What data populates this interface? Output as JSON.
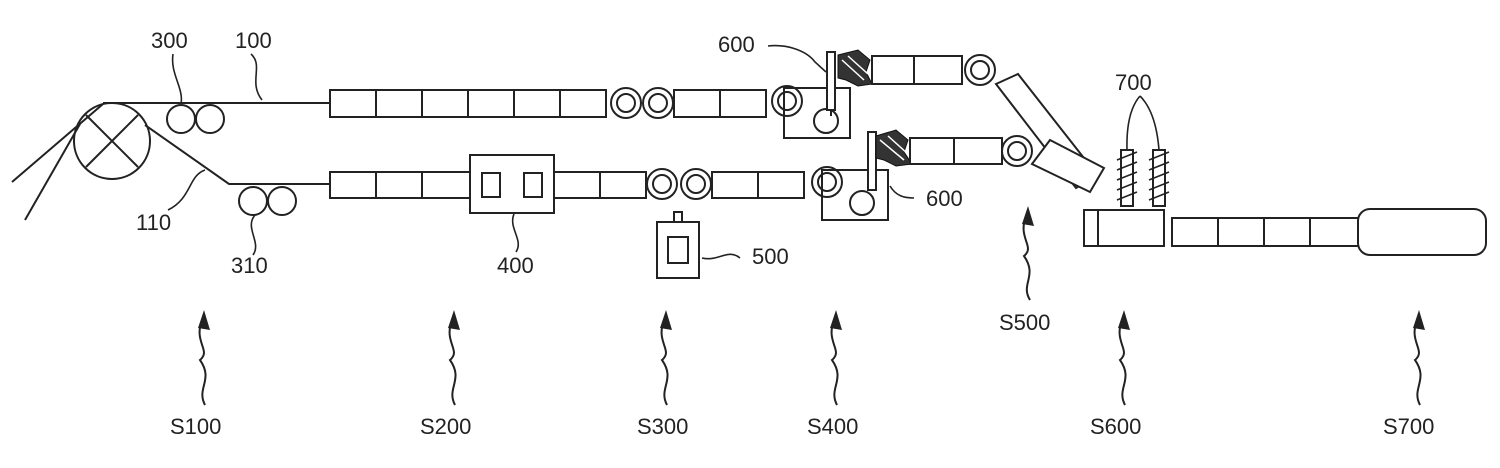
{
  "colors": {
    "line": "#222222",
    "background": "#ffffff",
    "hatched_block": "#333333"
  },
  "labels": {
    "ref_100": "100",
    "ref_110": "110",
    "ref_300": "300",
    "ref_310": "310",
    "ref_400": "400",
    "ref_500": "500",
    "ref_600_upper": "600",
    "ref_600_lower": "600",
    "ref_700": "700"
  },
  "steps": {
    "s100": "S100",
    "s200": "S200",
    "s300": "S300",
    "s400": "S400",
    "s500": "S500",
    "s600": "S600",
    "s700": "S700"
  }
}
